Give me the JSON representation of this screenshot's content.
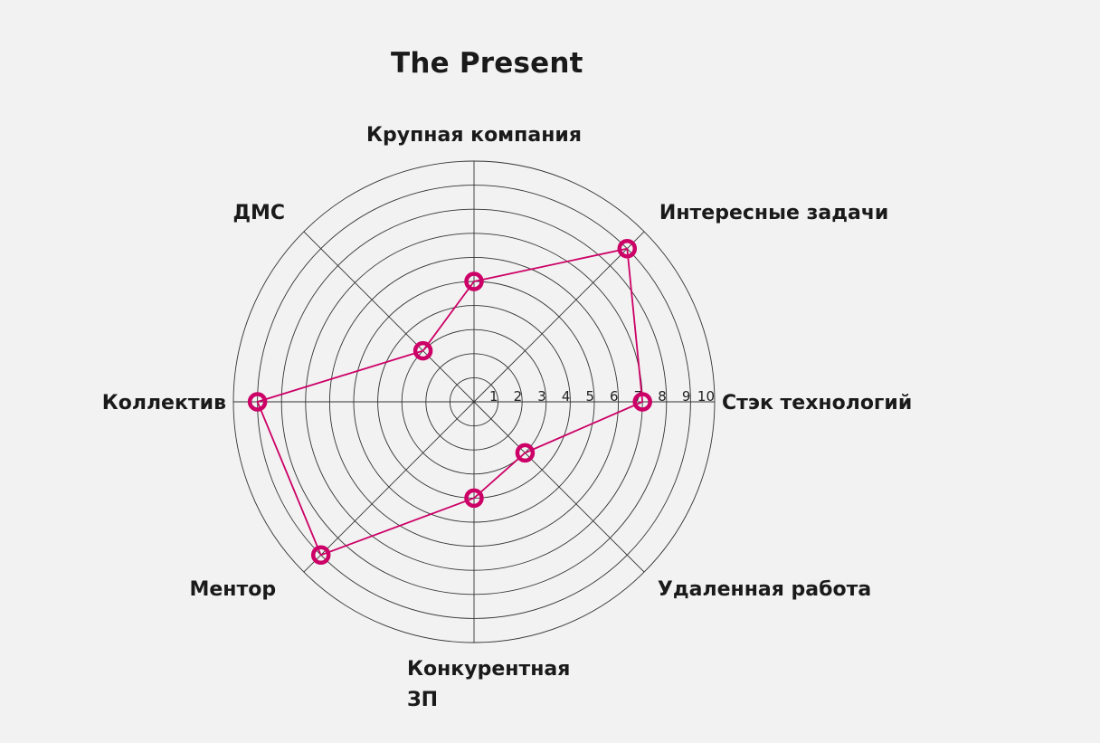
{
  "chart_data": {
    "type": "radar",
    "title": "The Present",
    "categories": [
      "Крупная компания",
      "Интересные задачи",
      "Стэк технологий",
      "Удаленная работа",
      "Конкурентная ЗП",
      "Ментор",
      "Коллектив",
      "ДМС"
    ],
    "category_lines": [
      [
        "Крупная компания"
      ],
      [
        "Интересные задачи"
      ],
      [
        "Стэк технологий"
      ],
      [
        "Удаленная работа"
      ],
      [
        "Конкурентная",
        "ЗП"
      ],
      [
        "Ментор"
      ],
      [
        "Коллектив"
      ],
      [
        "ДМС"
      ]
    ],
    "values": [
      5,
      9,
      7,
      3,
      4,
      9,
      9,
      3
    ],
    "rlim": [
      0,
      10
    ],
    "ticks": [
      "1",
      "2",
      "3",
      "4",
      "5",
      "6",
      "7",
      "8",
      "9",
      "10"
    ],
    "grid": true,
    "legend": "none",
    "color": "#cc0066"
  }
}
